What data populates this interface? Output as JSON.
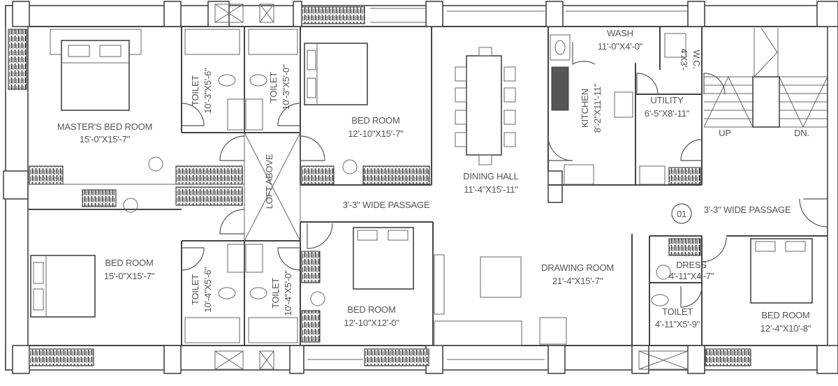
{
  "rooms": {
    "master_bed": {
      "name": "MASTER'S BED ROOM",
      "size": "15'-0\"X15'-7\""
    },
    "toilet_top_left": {
      "name": "TOILET",
      "size": "10'-3\"X5'-6\""
    },
    "toilet_top_right": {
      "name": "TOILET",
      "size": "10'-3\"X5'-0\""
    },
    "bed_top_middle": {
      "name": "BED ROOM",
      "size": "12'-10\"X15'-7\""
    },
    "dining": {
      "name": "DINING HALL",
      "size": "11'-4\"X15'-11\""
    },
    "wash": {
      "name": "WASH",
      "size": "11'-0\"X4'-0\""
    },
    "kitchen": {
      "name": "KITCHEN",
      "size": "8'-2\"X11'-11\""
    },
    "utility": {
      "name": "UTILITY",
      "size": "6'-5\"X8'-11\""
    },
    "wc": {
      "name": "W.C.",
      "size": "4'X3'-"
    },
    "bed_bottom_left": {
      "name": "BED ROOM",
      "size": "15'-0\"X15'-7\""
    },
    "toilet_bottom_left": {
      "name": "TOILET",
      "size": "10'-4\"X5'-6\""
    },
    "toilet_bottom_right": {
      "name": "TOILET",
      "size": "10'-4\"X5'-0\""
    },
    "bed_bottom_middle": {
      "name": "BED ROOM",
      "size": "12'-10\"X12'-0\""
    },
    "drawing": {
      "name": "DRAWING ROOM",
      "size": "21'-4\"X15'-7\""
    },
    "dress": {
      "name": "DRESS",
      "size": "4'-11\"X4'-7\""
    },
    "toilet_right": {
      "name": "TOILET",
      "size": "4'-11\"X5'-9\""
    },
    "bed_right": {
      "name": "BED ROOM",
      "size": "12'-4\"X10'-8\""
    }
  },
  "labels": {
    "loft": "LOFT ABOVE",
    "passage_left": "3'-3\" WIDE PASSAGE",
    "passage_right": "3'-3\" WIDE PASSAGE",
    "unit_number": "01",
    "stair_up": "UP",
    "stair_down": "DN."
  }
}
